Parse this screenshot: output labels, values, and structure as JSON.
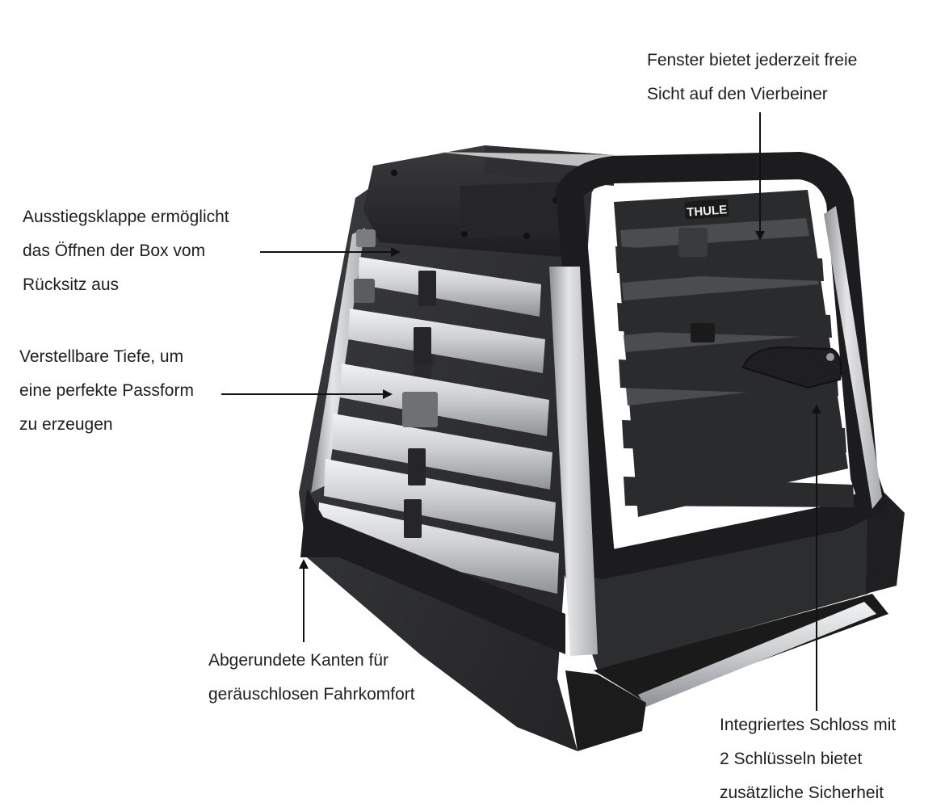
{
  "brand": {
    "logo_text": "THULE"
  },
  "annotations": [
    {
      "id": "window",
      "lines": [
        "Fenster bietet jederzeit freie",
        "Sicht auf den Vierbeiner"
      ]
    },
    {
      "id": "exit-hatch",
      "lines": [
        "Ausstiegsklappe ermöglicht",
        "das Öffnen der Box vom",
        "Rücksitz aus"
      ]
    },
    {
      "id": "adjustable-depth",
      "lines": [
        "Verstellbare Tiefe, um",
        "eine perfekte Passform",
        "zu erzeugen"
      ]
    },
    {
      "id": "rounded-edges",
      "lines": [
        "Abgerundete Kanten für",
        "geräuschlosen Fahrkomfort"
      ]
    },
    {
      "id": "integrated-lock",
      "lines": [
        "Integriertes Schloss mit",
        "2 Schlüsseln bietet",
        "zusätzliche Sicherheit"
      ]
    }
  ],
  "colors": {
    "frame_dark": "#2b2b2d",
    "frame_black": "#1b1b1c",
    "aluminum": "#c9cbcd",
    "aluminum_light": "#e6e7e8",
    "clip_gray": "#6e7073",
    "line": "#111111"
  }
}
